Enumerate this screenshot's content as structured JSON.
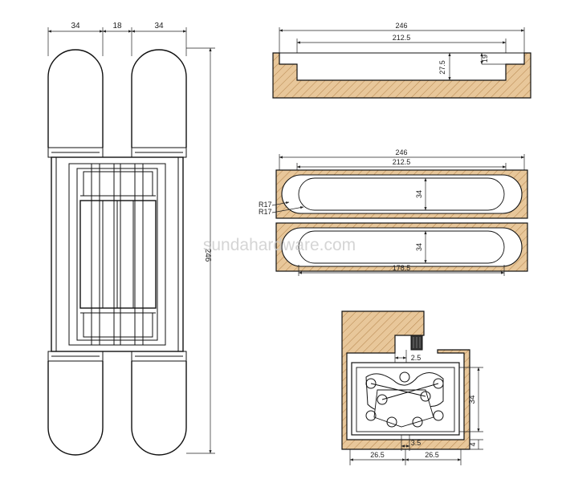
{
  "watermark": "sundahardware.com",
  "hinge_front": {
    "dim_leaf_left": "34",
    "dim_gap": "18",
    "dim_leaf_right": "34",
    "dim_height": "246"
  },
  "section_top": {
    "dim_overall": "246",
    "dim_inner": "212.5",
    "dim_depth": "27.5",
    "dim_step": "19"
  },
  "mortise_plan": {
    "dim_overall": "246",
    "dim_inner": "212.5",
    "dim_width_upper": "34",
    "dim_width_lower": "34",
    "radius_a": "R17",
    "radius_b": "R17",
    "dim_centers": "178.5"
  },
  "cross_section": {
    "dim_gap_top": "2.5",
    "dim_gap_bottom": "3.5",
    "dim_depth": "34",
    "dim_offset": "4",
    "dim_left": "26.5",
    "dim_right": "26.5"
  },
  "colors": {
    "wood": "#e8c79a",
    "hatch": "#b98a52",
    "outline": "#111111"
  }
}
